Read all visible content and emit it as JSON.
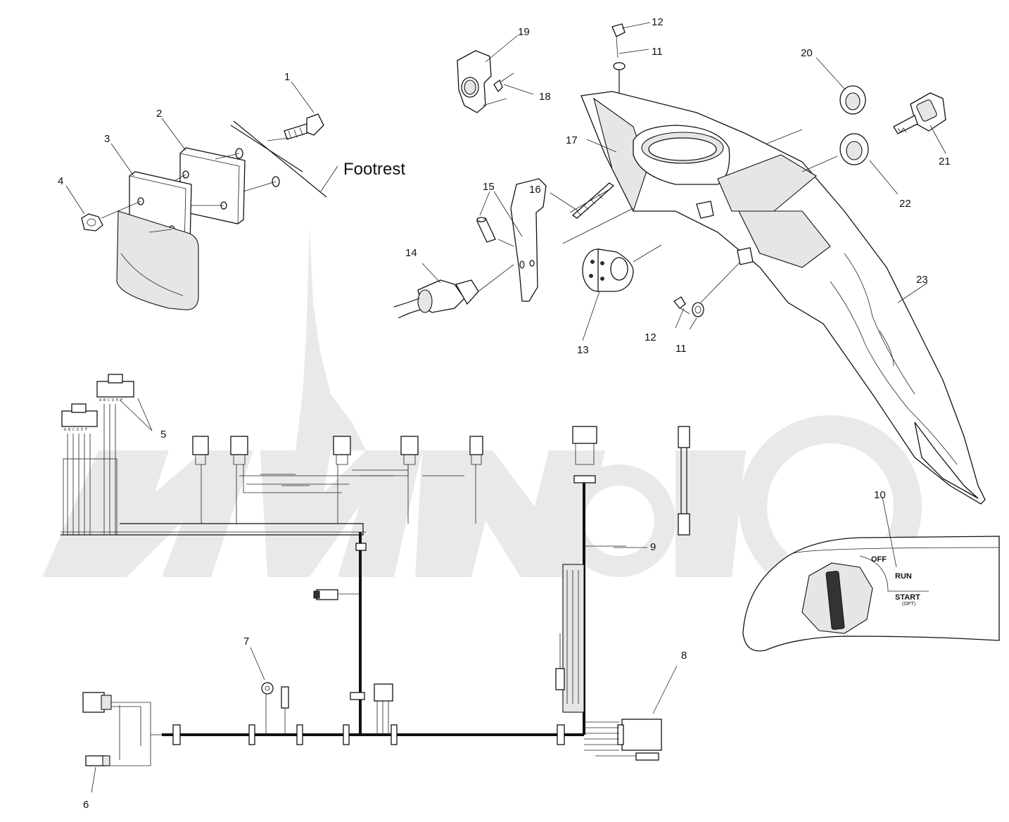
{
  "diagram": {
    "footrest_label": "Footrest",
    "callouts": [
      {
        "id": "c1",
        "text": "1"
      },
      {
        "id": "c2",
        "text": "2"
      },
      {
        "id": "c3",
        "text": "3"
      },
      {
        "id": "c4",
        "text": "4"
      },
      {
        "id": "c5",
        "text": "5"
      },
      {
        "id": "c6",
        "text": "6"
      },
      {
        "id": "c7",
        "text": "7"
      },
      {
        "id": "c8",
        "text": "8"
      },
      {
        "id": "c9",
        "text": "9"
      },
      {
        "id": "c10",
        "text": "10"
      },
      {
        "id": "c11a",
        "text": "11"
      },
      {
        "id": "c11b",
        "text": "11"
      },
      {
        "id": "c12a",
        "text": "12"
      },
      {
        "id": "c12b",
        "text": "12"
      },
      {
        "id": "c13",
        "text": "13"
      },
      {
        "id": "c14",
        "text": "14"
      },
      {
        "id": "c15",
        "text": "15"
      },
      {
        "id": "c16",
        "text": "16"
      },
      {
        "id": "c17",
        "text": "17"
      },
      {
        "id": "c18",
        "text": "18"
      },
      {
        "id": "c19",
        "text": "19"
      },
      {
        "id": "c20",
        "text": "20"
      },
      {
        "id": "c21",
        "text": "21"
      },
      {
        "id": "c22",
        "text": "22"
      },
      {
        "id": "c23",
        "text": "23"
      }
    ],
    "ignition_switch": {
      "off": "OFF",
      "run": "RUN",
      "start": "START",
      "opt": "(OPT)"
    },
    "connector_letters": {
      "upper": "A B C D E F",
      "lower": "A B C D E F"
    }
  }
}
